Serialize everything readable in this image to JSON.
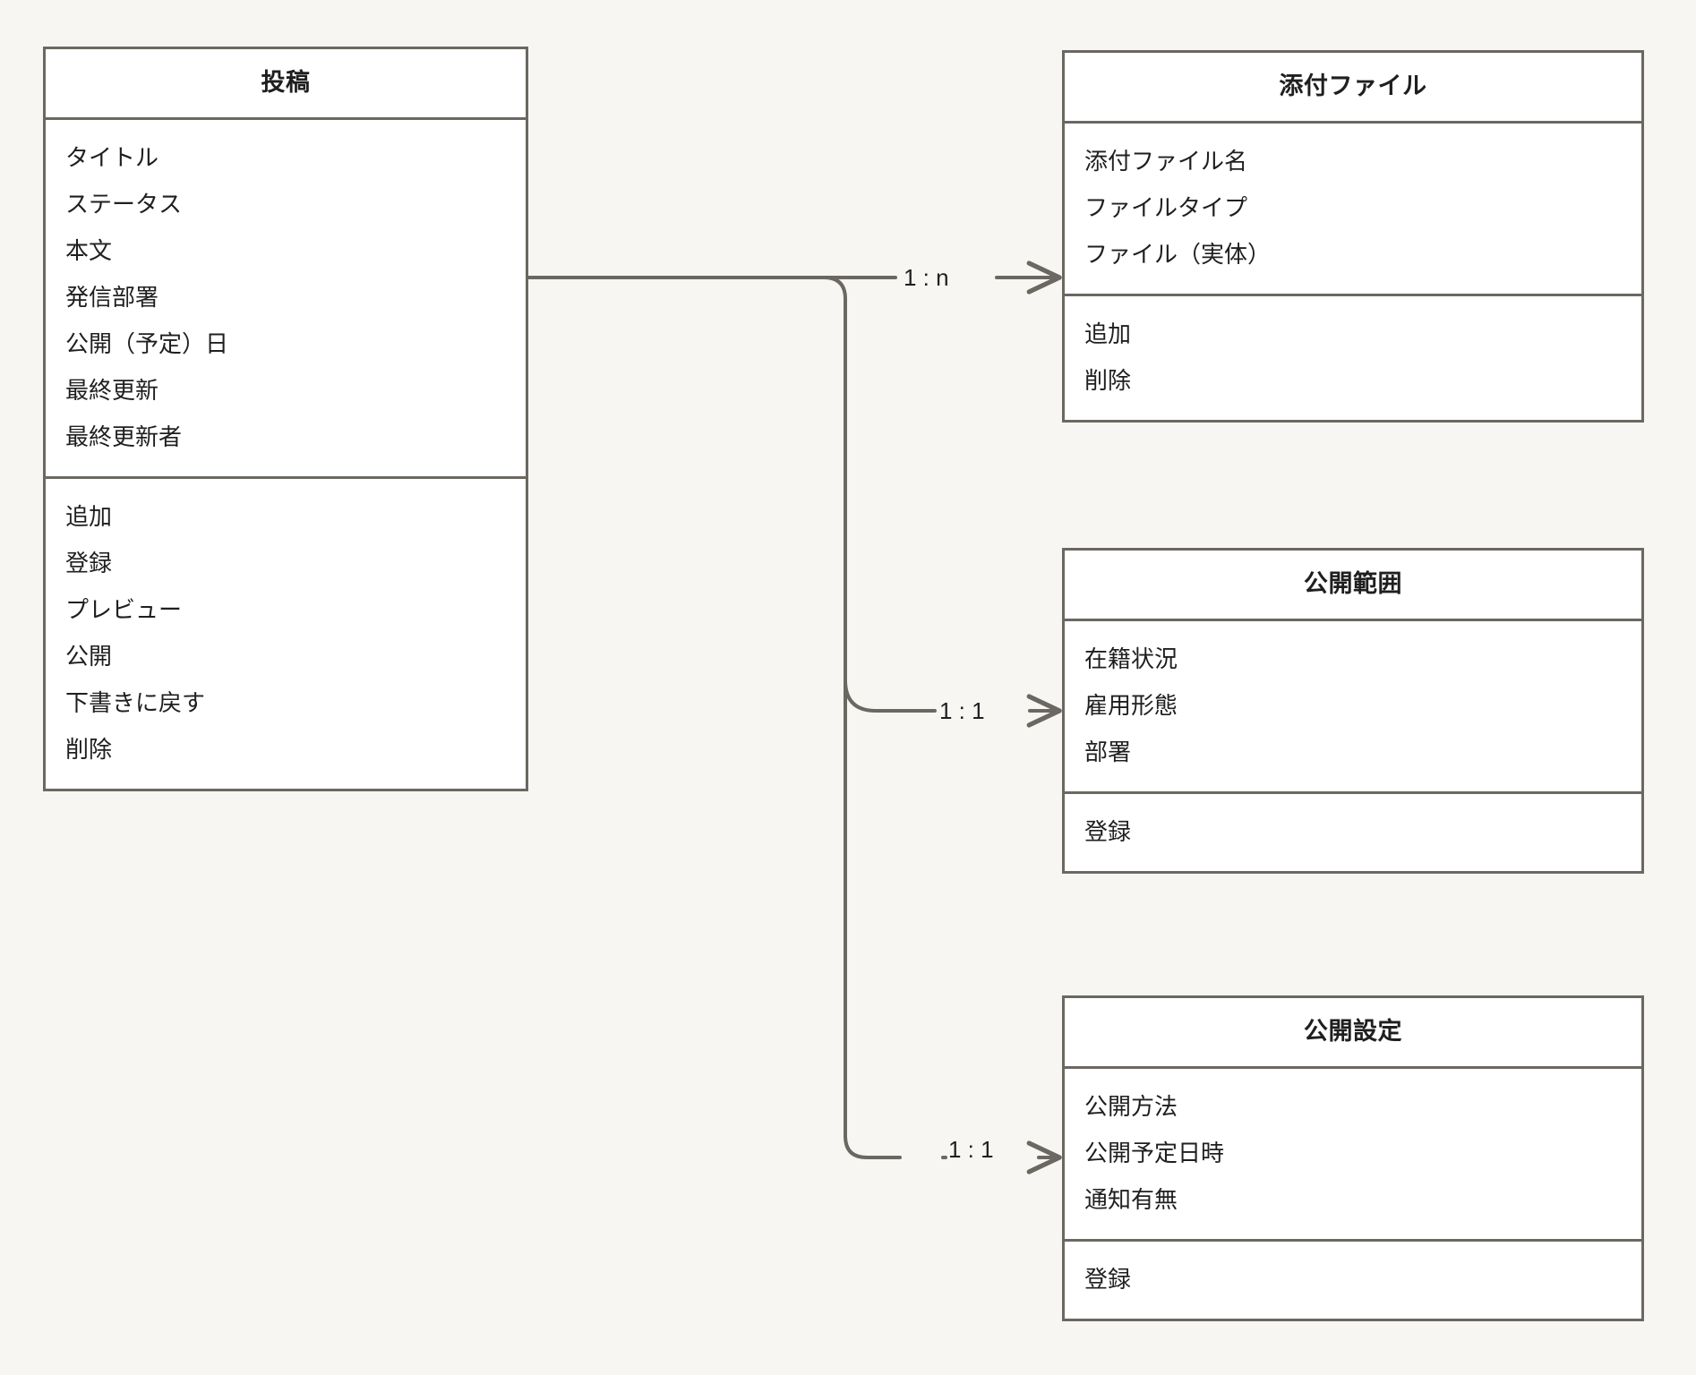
{
  "diagram": {
    "type": "class-diagram",
    "background_color": "#f7f6f3",
    "line_color": "#6b6862",
    "box_fill": "#ffffff",
    "text_color": "#1f1f1f"
  },
  "classes": [
    {
      "id": "post",
      "title": "投稿",
      "attributes": [
        "タイトル",
        "ステータス",
        "本文",
        "発信部署",
        "公開（予定）日",
        "最終更新",
        "最終更新者"
      ],
      "operations": [
        "追加",
        "登録",
        "プレビュー",
        "公開",
        "下書きに戻す",
        "削除"
      ]
    },
    {
      "id": "attachment",
      "title": "添付ファイル",
      "attributes": [
        "添付ファイル名",
        "ファイルタイプ",
        "ファイル（実体）"
      ],
      "operations": [
        "追加",
        "削除"
      ]
    },
    {
      "id": "scope",
      "title": "公開範囲",
      "attributes": [
        "在籍状況",
        "雇用形態",
        "部署"
      ],
      "operations": [
        "登録"
      ]
    },
    {
      "id": "publish",
      "title": "公開設定",
      "attributes": [
        "公開方法",
        "公開予定日時",
        "通知有無"
      ],
      "operations": [
        "登録"
      ]
    }
  ],
  "relationships": [
    {
      "id": "rel-post-attachment",
      "from": "投稿",
      "to": "添付ファイル",
      "label": "1 : n"
    },
    {
      "id": "rel-post-scope",
      "from": "投稿",
      "to": "公開範囲",
      "label": "1 : 1"
    },
    {
      "id": "rel-post-publish",
      "from": "投稿",
      "to": "公開設定",
      "label": "1 : 1"
    }
  ]
}
